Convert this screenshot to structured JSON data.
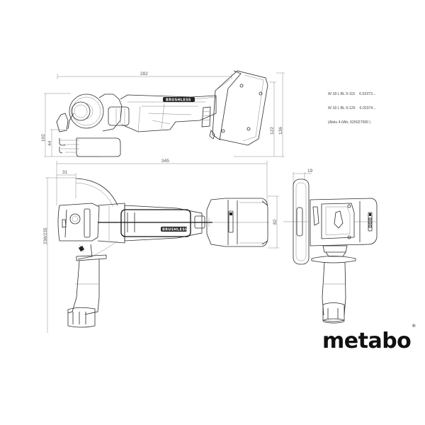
{
  "product": {
    "models": [
      {
        "name": "W 18 L BL 9-115",
        "order_no": "6.02373..."
      },
      {
        "name": "W 18 L BL 9-125",
        "order_no": "6.02374..."
      }
    ],
    "battery_note": "(Akku 4.0Ah, 625027000 )"
  },
  "brand": {
    "logo_text": "metabo",
    "registered_mark": "®"
  },
  "labels": {
    "motor_badge": "BRUSHLESS"
  },
  "dimensions": {
    "side_view": {
      "length": "282",
      "height_front": "102",
      "spindle_height": "44",
      "height_battery": "122",
      "height_total": "136"
    },
    "top_view": {
      "total_length": "345",
      "guard_offset": "31",
      "handle_span": "238/235",
      "battery_width": "82"
    },
    "front_view": {
      "disc_offset": "19"
    }
  },
  "views": [
    "side-view",
    "top-view",
    "front-view"
  ]
}
